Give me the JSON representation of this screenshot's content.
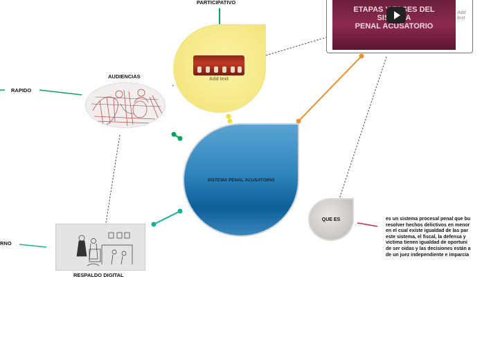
{
  "main_node": {
    "title": "SISTEMA PENAL ACUSATORIO"
  },
  "participativo": {
    "label": "PARTICIPATIVO",
    "add_text": "Add text"
  },
  "video": {
    "title_line1": "ETAPAS Y FASES DEL SISTEMA",
    "title_line2": "PENAL ACUSATORIO",
    "add_text_1": "Add",
    "add_text_2": "text"
  },
  "audiencias": {
    "label": "AUDIENCIAS"
  },
  "rapido": {
    "label": "RAPIDO"
  },
  "respaldo": {
    "label": "RESPALDO DIGITAL"
  },
  "left_cut": {
    "label": "RNO"
  },
  "que_es": {
    "label": "QUE ES",
    "lines": [
      "es un sistema procesal penal que bu",
      "resolver hechos delictivos en menor",
      "en el cual existe igualdad de las par",
      "este sistema, el fiscal, la defensa y",
      "victima tienen igualdad de oportuni",
      "de ser oidas y las decisiones están a",
      "de un juez independiente e imparcia"
    ]
  },
  "colors": {
    "green": "#0aa45a",
    "teal": "#12b39a",
    "orange": "#f0922b",
    "red": "#c0303a",
    "yellow": "#f2df3c",
    "gray_dash": "#666666"
  }
}
